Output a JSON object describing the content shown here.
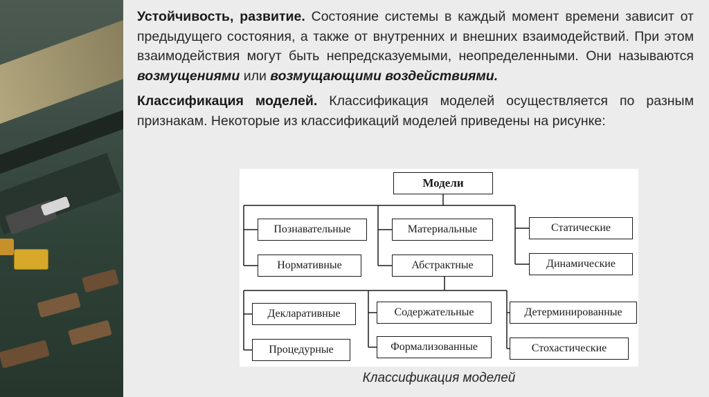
{
  "paragraph1": {
    "lead": "Устойчивость, развитие.",
    "text1": " Состояние системы в каждый момент времени зависит от предыдущего состояния, а также от внутренних и внешних взаимодействий. При этом взаимодействия могут быть непредсказуемыми, неопределенными. Они называются ",
    "bold1": "возмущениями",
    "text2": " или ",
    "bold2": "возмущающими воздействиями."
  },
  "paragraph2": {
    "lead": "Классификация моделей.",
    "text1": " Классификация моделей осуществляется по разным признакам. Некоторые из классификаций моделей приведены на рисунке:"
  },
  "diagram": {
    "root": "Модели",
    "group1": [
      "Познавательные",
      "Нормативные"
    ],
    "group2": [
      "Материальные",
      "Абстрактные"
    ],
    "group3": [
      "Статические",
      "Динамические"
    ],
    "group4": [
      "Декларативные",
      "Процедурные"
    ],
    "group5": [
      "Содержательные",
      "Формализованные"
    ],
    "group6": [
      "Детерминированные",
      "Стохастические"
    ]
  },
  "caption": "Классификация моделей"
}
